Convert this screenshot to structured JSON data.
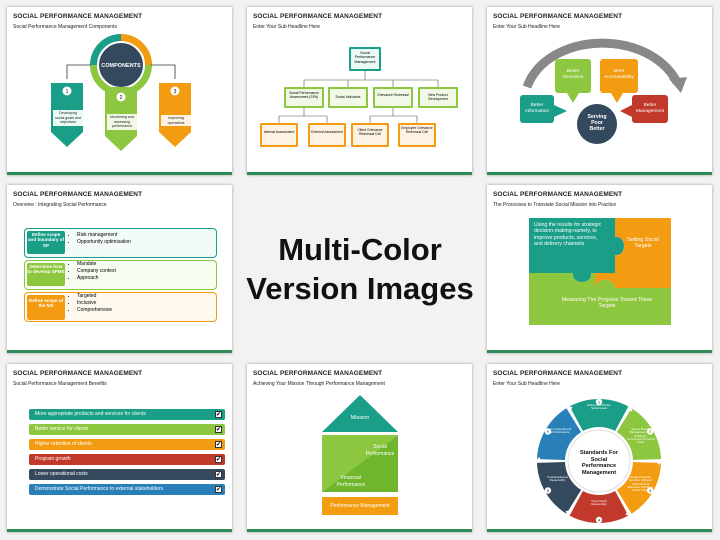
{
  "common_title": "SOCIAL PERFORMANCE MANAGEMENT",
  "center_label": {
    "line1": "Multi-Color",
    "line2": "Version Images"
  },
  "colors": {
    "green": "#2e8b57",
    "teal": "#1a9e87",
    "orange": "#f39c12",
    "red": "#c0392b",
    "navy": "#34495e",
    "blue": "#2980b9",
    "lime": "#8dc63f"
  },
  "s1": {
    "subtitle": "Social Performance Management Components",
    "center": "COMPONENTS",
    "items": [
      {
        "num": "1",
        "text": "Developing social goals and objectives"
      },
      {
        "num": "2",
        "text": "Monitoring and assessing performance"
      },
      {
        "num": "3",
        "text": "Improving operations"
      }
    ]
  },
  "s2": {
    "subtitle": "Enter Your Sub Headline Here",
    "top": "Social Performance Management",
    "level2": [
      "Social Performance Assessment (SPA)",
      "Social Indicators",
      "Grievance Redressal",
      "New Product Development"
    ],
    "level3": [
      "Internal Assessment",
      "External Assessment",
      "Client Grievance Redressal Cell",
      "Employee Grievance Redressal Cell"
    ]
  },
  "s3": {
    "subtitle": "Enter Your Sub Headline Here",
    "center": "Serving Poor Better",
    "items": [
      "Better Information",
      "Better Decisions",
      "More Accountability",
      "Better Management"
    ]
  },
  "s4": {
    "subtitle": "Overview : Integrating Social Performance",
    "rows": [
      {
        "label": "Define scope and boundary of SP",
        "bullets": [
          "Risk management",
          "Opportunity optimisation"
        ]
      },
      {
        "label": "Determine how to develop SPMS",
        "bullets": [
          "Mandate",
          "Company context",
          "Approach"
        ]
      },
      {
        "label": "Define scope of the MS",
        "bullets": [
          "Targeted",
          "Inclusive",
          "Comprehensive"
        ]
      }
    ]
  },
  "s5": {
    "subtitle": "The Processes to Translate Social Mission into Practice",
    "pieces": [
      "Using the results for strategic decision-making-namely, to improve products, services, and delivery channels",
      "Setting Social Targets",
      "Measuring The Progress Toward These Targets"
    ]
  },
  "s6": {
    "subtitle": "Social Performance Management Benefits",
    "rows": [
      {
        "text": "More appropriate products and services for clients",
        "color": "#1a9e87"
      },
      {
        "text": "Better service for clients",
        "color": "#8dc63f"
      },
      {
        "text": "Higher retention of clients",
        "color": "#f39c12"
      },
      {
        "text": "Program growth",
        "color": "#c0392b"
      },
      {
        "text": "Lower operational costs",
        "color": "#34495e"
      },
      {
        "text": "Demonstrate Social Performance to external stakeholders",
        "color": "#2980b9"
      }
    ],
    "check": "✔"
  },
  "s7": {
    "subtitle": "Achieving Your Mission Through Performance Management",
    "mission": "Mission",
    "social": "Social Performance",
    "financial": "Financial Performance",
    "pm": "Performance Management"
  },
  "s8": {
    "subtitle": "Enter Your Sub Headline Here",
    "center": "Standards For Social Performance Management",
    "segments": [
      {
        "num": "1",
        "text": "Define And Monitor Social Goals"
      },
      {
        "num": "2",
        "text": "Ensure Board, Management And Employee Commitment To Social Goals"
      },
      {
        "num": "3",
        "text": "Design Products, Services, Delivery Channels And Branches That Meet Clients' Needs"
      },
      {
        "num": "4",
        "text": "Treat Clients Responsibly"
      },
      {
        "num": "5",
        "text": "Treat Employees Responsibly"
      },
      {
        "num": "6",
        "text": "Balance Financial and Social Performance"
      }
    ]
  }
}
